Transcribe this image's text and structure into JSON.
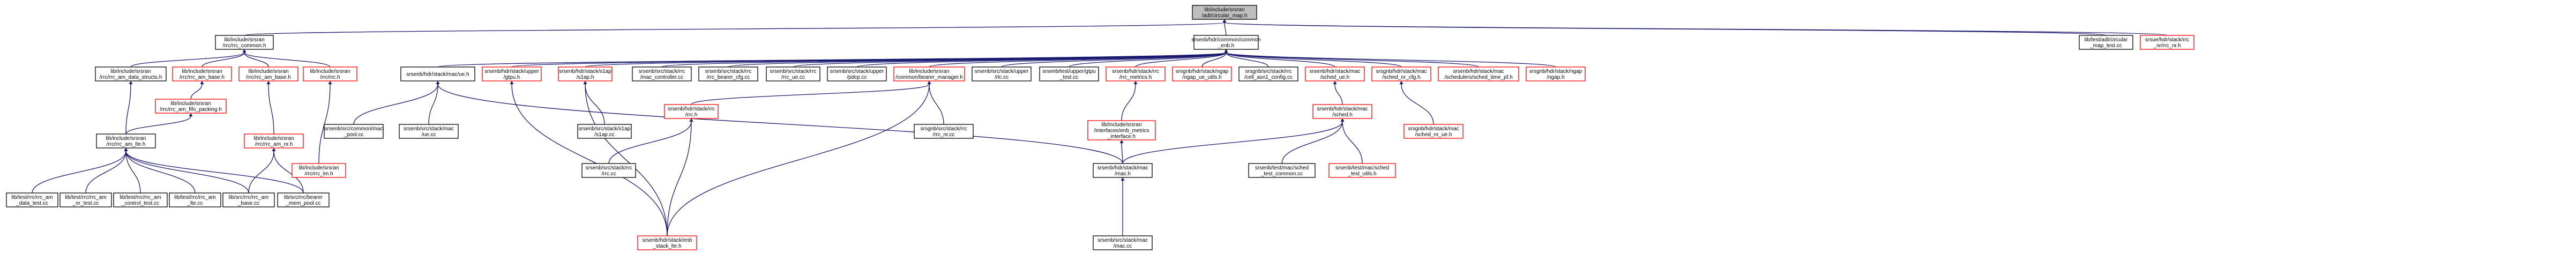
{
  "colors": {
    "edge": "#191970",
    "root_fill": "#bfbfbf",
    "red_border": "#ff0000"
  },
  "nodes": {
    "root": {
      "lines": [
        "lib/include/srsran",
        "/adt/circular_map.h"
      ],
      "style": "root"
    },
    "rrc_common": {
      "lines": [
        "lib/include/srsran",
        "/rrc/rrc_common.h"
      ]
    },
    "common": {
      "lines": [
        "srsenb/hdr/common/common",
        "_enb.h"
      ]
    },
    "circmap_test": {
      "lines": [
        "lib/test/adt/circular",
        "_map_test.cc"
      ]
    },
    "sched_nr_rb": {
      "lines": [
        "srsue/hdr/stack/rrc",
        "_nr/rrc_nr.h"
      ],
      "style": "red"
    },
    "rrc_am_data_structs": {
      "lines": [
        "lib/include/srsran",
        "/rrc/rrc_am_data_structs.h"
      ]
    },
    "rrc_am_base": {
      "lines": [
        "lib/include/srsran",
        "/rrc/rrc_am_base.h"
      ],
      "style": "red"
    },
    "rrc_am_base2": {
      "lines": [
        "lib/include/srsran",
        "/rrc/rrc_am_base.h"
      ],
      "style": "red"
    },
    "rrc_h": {
      "lines": [
        "lib/include/srsran",
        "/rrc/rrc.h"
      ],
      "style": "red"
    },
    "am_fifo": {
      "lines": [
        "lib/include/srsran",
        "/rrc/rrc_am_fifo_packing.h"
      ],
      "style": "red"
    },
    "rrc_am_lte": {
      "lines": [
        "lib/include/srsran",
        "/rrc/rrc_am_lte.h"
      ]
    },
    "rrc_am_nr": {
      "lines": [
        "lib/include/srsran",
        "/rrc/rrc_am_nr.h"
      ],
      "style": "red"
    },
    "rrc_lm": {
      "lines": [
        "lib/include/srsran",
        "/rrc/rrc_lm.h"
      ],
      "style": "red"
    },
    "t_am_data": {
      "lines": [
        "lib/test/rrc/rrc_am",
        "_data_test.cc"
      ]
    },
    "t_am_nr": {
      "lines": [
        "lib/test/rrc/rrc_am",
        "_nr_test.cc"
      ]
    },
    "t_am_ctrl": {
      "lines": [
        "lib/test/rrc/rrc_am",
        "_control_test.cc"
      ]
    },
    "t_am_lte": {
      "lines": [
        "lib/test/rrc/rrc_am",
        "_lte.cc"
      ]
    },
    "t_rrc_am_base": {
      "lines": [
        "lib/src/rrc/rrc_am",
        "_base.cc"
      ]
    },
    "t_bearer": {
      "lines": [
        "lib/src/rrc/bearer",
        "_mem_pool.cc"
      ]
    },
    "mac_ue": {
      "lines": [
        "srsenb/hdr/stack/mac/ue.h"
      ]
    },
    "upper_gtpu": {
      "lines": [
        "srsenb/hdr/stack/upper",
        "/gtpu.h"
      ],
      "style": "red"
    },
    "s1ap": {
      "lines": [
        "srsenb/hdr/stack/s1ap",
        "/s1ap.h"
      ],
      "style": "red"
    },
    "mac_ctrl": {
      "lines": [
        "srsenb/src/stack/rrc",
        "/mac_controller.cc"
      ]
    },
    "rrc_bearer_cfg": {
      "lines": [
        "srsenb/src/stack/rrc",
        "/rrc_bearer_cfg.cc"
      ]
    },
    "rrc_ue_cc": {
      "lines": [
        "srsenb/src/stack/rrc",
        "/rrc_ue.cc"
      ]
    },
    "pdcp_cc": {
      "lines": [
        "srsenb/src/stack/upper",
        "/pdcp.cc"
      ]
    },
    "bearer_mgr": {
      "lines": [
        "lib/include/srsran",
        "/common/bearer_manager.h"
      ],
      "style": "red"
    },
    "upper_rlc": {
      "lines": [
        "srsenb/src/stack/upper",
        "/rlc.cc"
      ]
    },
    "test_gtpu": {
      "lines": [
        "srsenb/test/upper/gtpu",
        "_test.cc"
      ]
    },
    "rrc_metrics": {
      "lines": [
        "srsenb/hdr/stack/rrc",
        "/rrc_metrics.h"
      ],
      "style": "red"
    },
    "ngap_ue_utils": {
      "lines": [
        "srsgnb/hdr/stack/ngap",
        "/ngap_ue_utils.h"
      ],
      "style": "red"
    },
    "rrc_paging": {
      "lines": [
        "srsgnb/src/stack/rrc",
        "/cell_asn1_config.cc"
      ]
    },
    "sched_ue": {
      "lines": [
        "srsenb/hdr/stack/mac",
        "/sched_ue.h"
      ],
      "style": "red"
    },
    "sched_nr_cfg": {
      "lines": [
        "srsgnb/hdr/stack/mac",
        "/sched_nr_cfg.h"
      ],
      "style": "red"
    },
    "sched_time": {
      "lines": [
        "srsenb/hdr/stack/mac",
        "/schedulers/sched_time_pf.h"
      ],
      "style": "red"
    },
    "ngap_h": {
      "lines": [
        "srsgnb/hdr/stack/ngap",
        "/ngap.h"
      ],
      "style": "red"
    },
    "mac_pool": {
      "lines": [
        "srsenb/src/common/mac",
        "_pool.cc"
      ]
    },
    "ue_cc": {
      "lines": [
        "srsenb/src/stack/mac",
        "/ue.cc"
      ]
    },
    "s1ap_cc": {
      "lines": [
        "srsenb/src/stack/s1ap",
        "/s1ap.cc"
      ]
    },
    "rrc_h2": {
      "lines": [
        "srsenb/hdr/stack/rrc",
        "/rrc.h"
      ],
      "style": "red"
    },
    "rrc_nr_cc": {
      "lines": [
        "srsgnb/src/stack/rrc",
        "/rrc_nr.cc"
      ]
    },
    "enb_metrics": {
      "lines": [
        "lib/include/srsran",
        "/interfaces/enb_metrics",
        "_interface.h"
      ],
      "style": "red"
    },
    "sched_h": {
      "lines": [
        "srsenb/hdr/stack/mac",
        "/sched.h"
      ],
      "style": "red"
    },
    "sched_nr_ue": {
      "lines": [
        "srsgnb/hdr/stack/mac",
        "/sched_nr_ue.h"
      ],
      "style": "red"
    },
    "rrc_cc": {
      "lines": [
        "srsenb/src/stack/rrc",
        "/rrc.cc"
      ]
    },
    "mac_h": {
      "lines": [
        "srsenb/hdr/stack/mac",
        "/mac.h"
      ]
    },
    "sched_test_common": {
      "lines": [
        "srsenb/test/mac/sched",
        "_test_common.cc"
      ]
    },
    "sched_test_utils": {
      "lines": [
        "srsenb/test/mac/sched",
        "_test_utils.h"
      ],
      "style": "red"
    },
    "enb_stack": {
      "lines": [
        "srsenb/hdr/stack/enb",
        "_stack_lte.h"
      ],
      "style": "red"
    },
    "mac_cc": {
      "lines": [
        "srsenb/src/stack/mac",
        "/mac.cc"
      ]
    }
  }
}
